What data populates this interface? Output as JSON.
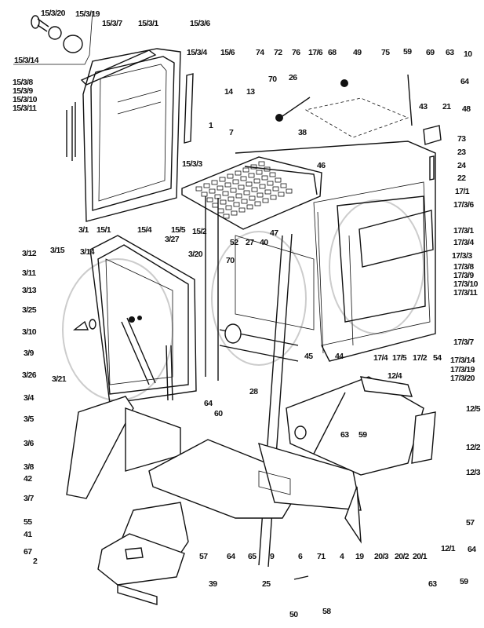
{
  "diagram": {
    "type": "exploded parts diagram (tractor cab)",
    "labels": [
      "15/3/20",
      "15/3/19",
      "15/3/14",
      "15/3/7",
      "15/3/1",
      "15/3/6",
      "15/3/4",
      "15/6",
      "15/3/8",
      "15/3/9",
      "15/3/10",
      "15/3/11",
      "15/3/3",
      "1",
      "7",
      "14",
      "13",
      "74",
      "72",
      "76",
      "70",
      "26",
      "17/6",
      "68",
      "49",
      "75",
      "59",
      "69",
      "63",
      "10",
      "64",
      "21",
      "48",
      "43",
      "73",
      "23",
      "24",
      "22",
      "17/1",
      "17/3/6",
      "17/3/1",
      "17/3/4",
      "17/3/3",
      "17/3/8",
      "17/3/9",
      "17/3/10",
      "17/3/11",
      "17/3/7",
      "17/3/14",
      "17/3/19",
      "17/3/20",
      "54",
      "17/2",
      "17/5",
      "17/4",
      "44",
      "45",
      "46",
      "38",
      "3/1",
      "15/1",
      "15/4",
      "15/5",
      "15/2",
      "3/27",
      "3/20",
      "52",
      "27",
      "40",
      "47",
      "70",
      "3/12",
      "3/15",
      "3/14",
      "3/11",
      "3/13",
      "3/25",
      "3/10",
      "3/9",
      "3/26",
      "3/21",
      "3/4",
      "3/5",
      "3/6",
      "3/8",
      "42",
      "3/7",
      "55",
      "41",
      "67",
      "2",
      "28",
      "64",
      "60",
      "63",
      "59",
      "12/4",
      "12/5",
      "12/2",
      "12/3",
      "57",
      "64",
      "12/1",
      "59",
      "63",
      "20/1",
      "20/2",
      "20/3",
      "19",
      "4",
      "71",
      "6",
      "9",
      "25",
      "65",
      "64",
      "57",
      "39",
      "50",
      "58"
    ]
  }
}
